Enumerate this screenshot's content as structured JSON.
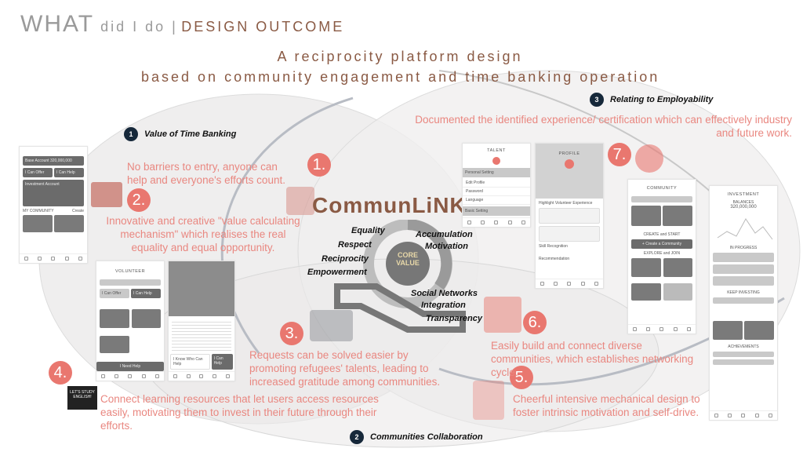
{
  "header": {
    "what": "WHAT",
    "did": "did I do |",
    "outcome": "DESIGN OUTCOME"
  },
  "subtitle": {
    "line1": "A reciprocity platform design",
    "line2": "based on community engagement and time banking operation"
  },
  "pillars": [
    {
      "n": "1",
      "label": "Value of Time Banking"
    },
    {
      "n": "2",
      "label": "Communities Collaboration"
    },
    {
      "n": "3",
      "label": "Relating to Employability"
    }
  ],
  "points": [
    {
      "n": "1.",
      "text": "No barriers to entry, anyone can help and everyone's efforts count."
    },
    {
      "n": "2.",
      "text": "Innovative and creative \"value calculating mechanism\" which realises the real equality and equal opportunity."
    },
    {
      "n": "3.",
      "text": "Requests can be solved easier by promoting refugees' talents, leading to increased gratitude among communities."
    },
    {
      "n": "4.",
      "text": "Connect learning resources that let users access resources easily, motivating them to invest in their future through their efforts."
    },
    {
      "n": "5.",
      "text": "Cheerful intensive mechanical design to foster intrinsic motivation and self-drive."
    },
    {
      "n": "6.",
      "text": "Easily build and connect diverse communities, which establishes networking cycle."
    },
    {
      "n": "7.",
      "text": "Documented the identified experience/ certification which can effectively industry and future work."
    }
  ],
  "brand": "CommunLiNK",
  "core": {
    "label": "CORE VALUE",
    "values": [
      "Equality",
      "Respect",
      "Reciprocity",
      "Empowerment",
      "Accumulation",
      "Motivation",
      "Social Networks",
      "Integration",
      "Transparency"
    ]
  },
  "illustration": {
    "blackboard": "LET'S STUDY ENGLISH!"
  },
  "phones": {
    "home": {
      "base": "Base Account",
      "amount": "320,000,000",
      "offer": "I Can Offer",
      "help": "I Can Help",
      "invest": "Investment Account",
      "community": "MY COMMUNITY",
      "create": "Create"
    },
    "volunteer": {
      "title": "VOLUNTEER",
      "offer": "I Can Offer",
      "help": "I Can Help",
      "need": "I Need Help"
    },
    "detail": {
      "know": "I Know Who Can Help",
      "help": "I Can Help"
    },
    "talent": {
      "title": "TALENT",
      "section1": "Personal Setting",
      "items1": [
        "Edit Profile",
        "Password",
        "Language"
      ],
      "section2": "Basic Setting"
    },
    "profile": {
      "title": "PROFILE",
      "highlight": "Highlight Volunteer Experience",
      "skill": "Skill Recognition",
      "recommend": "Recommendation"
    },
    "community": {
      "title": "COMMUNITY",
      "create": "CREATE and START",
      "button": "+ Create a Community",
      "explore": "EXPLORE and JOIN"
    },
    "investment": {
      "title": "INVESTMENT",
      "balances": "BALANCES",
      "amount": "320,000,000",
      "progress": "IN PROGRESS",
      "keep": "KEEP INVESTING",
      "achievements": "ACHIEVEMENTS"
    }
  }
}
